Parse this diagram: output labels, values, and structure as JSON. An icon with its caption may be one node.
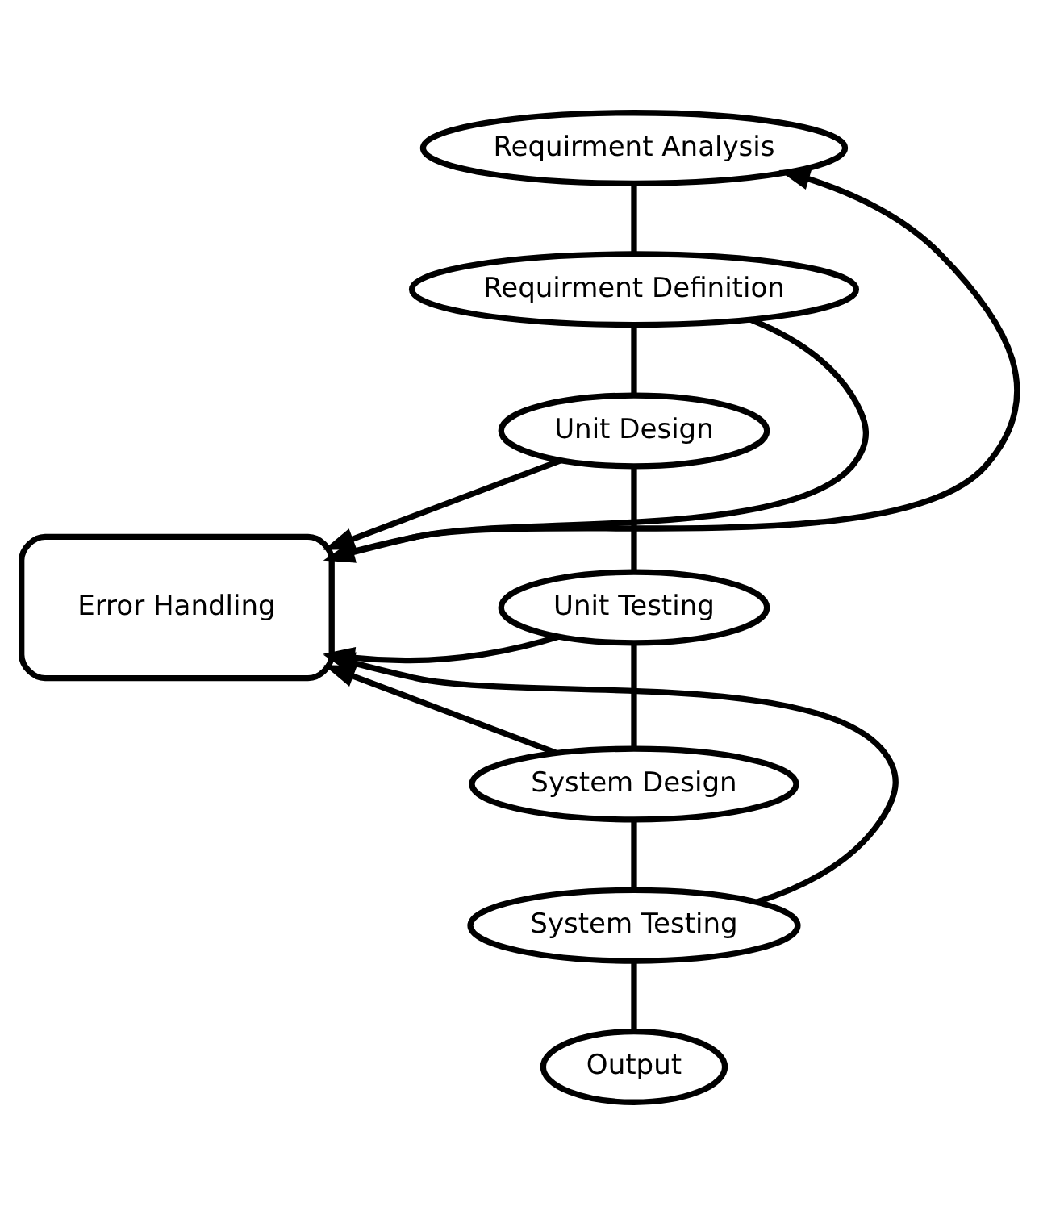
{
  "diagram": {
    "nodes": [
      {
        "text": [
          "Requirment Analysis"
        ]
      },
      {
        "text": [
          "Requirment Definition"
        ]
      },
      {
        "text": [
          "Unit Design"
        ]
      },
      {
        "text": [
          "Unit Testing"
        ]
      },
      {
        "text": [
          "System Design"
        ]
      },
      {
        "text": [
          "System Testing"
        ]
      },
      {
        "text": [
          "Output"
        ]
      },
      {
        "text": [
          "Error Handling"
        ]
      }
    ],
    "edges": [
      {
        "from": 0,
        "to": 1,
        "arrow": "none"
      },
      {
        "from": 1,
        "to": 2,
        "arrow": "none"
      },
      {
        "from": 2,
        "to": 3,
        "arrow": "none"
      },
      {
        "from": 3,
        "to": 4,
        "arrow": "none"
      },
      {
        "from": 4,
        "to": 5,
        "arrow": "none"
      },
      {
        "from": 5,
        "to": 6,
        "arrow": "none"
      },
      {
        "from": 7,
        "to": 0,
        "arrow": "to"
      },
      {
        "from": 1,
        "to": 7,
        "arrow": "to"
      },
      {
        "from": 2,
        "to": 7,
        "arrow": "to"
      },
      {
        "from": 3,
        "to": 7,
        "arrow": "to"
      },
      {
        "from": 4,
        "to": 7,
        "arrow": "to"
      },
      {
        "from": 5,
        "to": 7,
        "arrow": "to"
      }
    ]
  }
}
